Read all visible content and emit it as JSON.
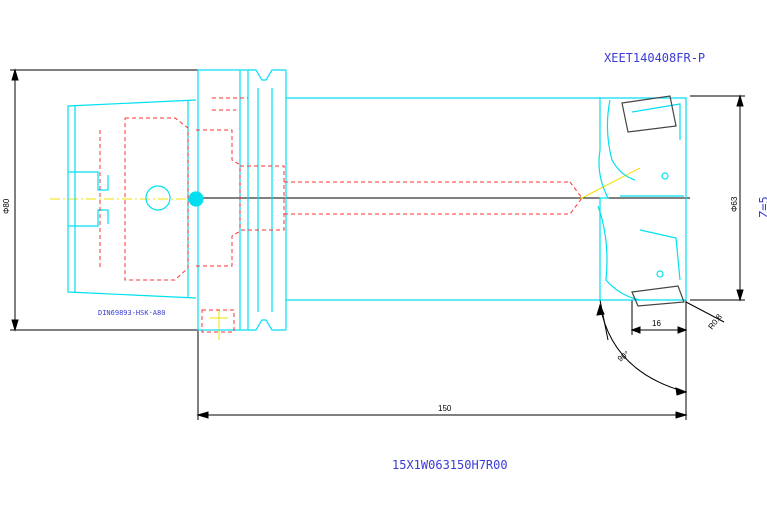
{
  "drawing": {
    "insert_code": "XEET140408FR-P",
    "teeth": "Z=5",
    "holder_standard": "DIN69893-HSK-A80",
    "part_number": "15X1W063150H7R00"
  },
  "dimensions": {
    "shank_diameter": "Φ80",
    "cutter_diameter": "Φ63",
    "cut_depth": "16",
    "corner_radius": "R0.8",
    "approach_angle": "90°",
    "overall_length": "150"
  },
  "colors": {
    "outline": "#00e0f0",
    "hidden": "#ff3030",
    "centerline": "#f0e000",
    "dimension": "#000000",
    "annotation": "#3b3bd6"
  }
}
